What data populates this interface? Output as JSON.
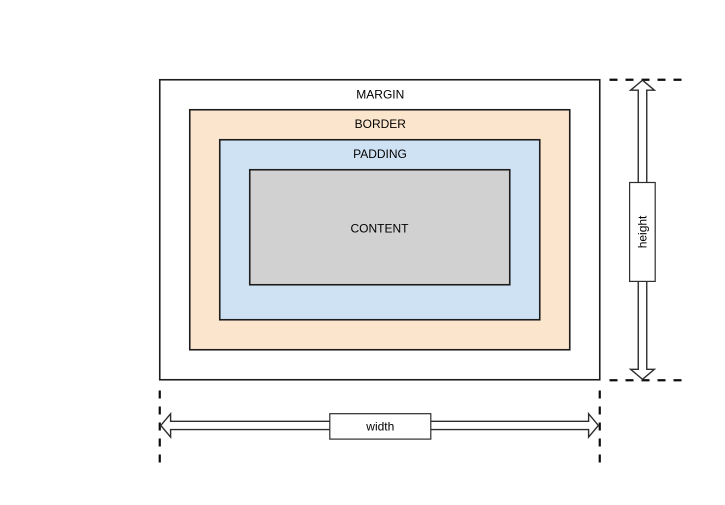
{
  "diagram": {
    "name": "css-box-model",
    "boxes": {
      "margin": {
        "label": "MARGIN",
        "fill": "#ffffff"
      },
      "border": {
        "label": "BORDER",
        "fill": "#fce5cd"
      },
      "padding": {
        "label": "PADDING",
        "fill": "#cfe2f3"
      },
      "content": {
        "label": "CONTENT",
        "fill": "#d1d1d1"
      }
    },
    "dimensions": {
      "height": {
        "label": "height"
      },
      "width": {
        "label": "width"
      }
    },
    "colors": {
      "background": "#ffffff",
      "outline": "#1d1d1d",
      "dashed_line": "#0d0d0d",
      "arrow_fill": "#ffffff",
      "label_box_fill": "#ffffff",
      "text": "#000000"
    }
  }
}
